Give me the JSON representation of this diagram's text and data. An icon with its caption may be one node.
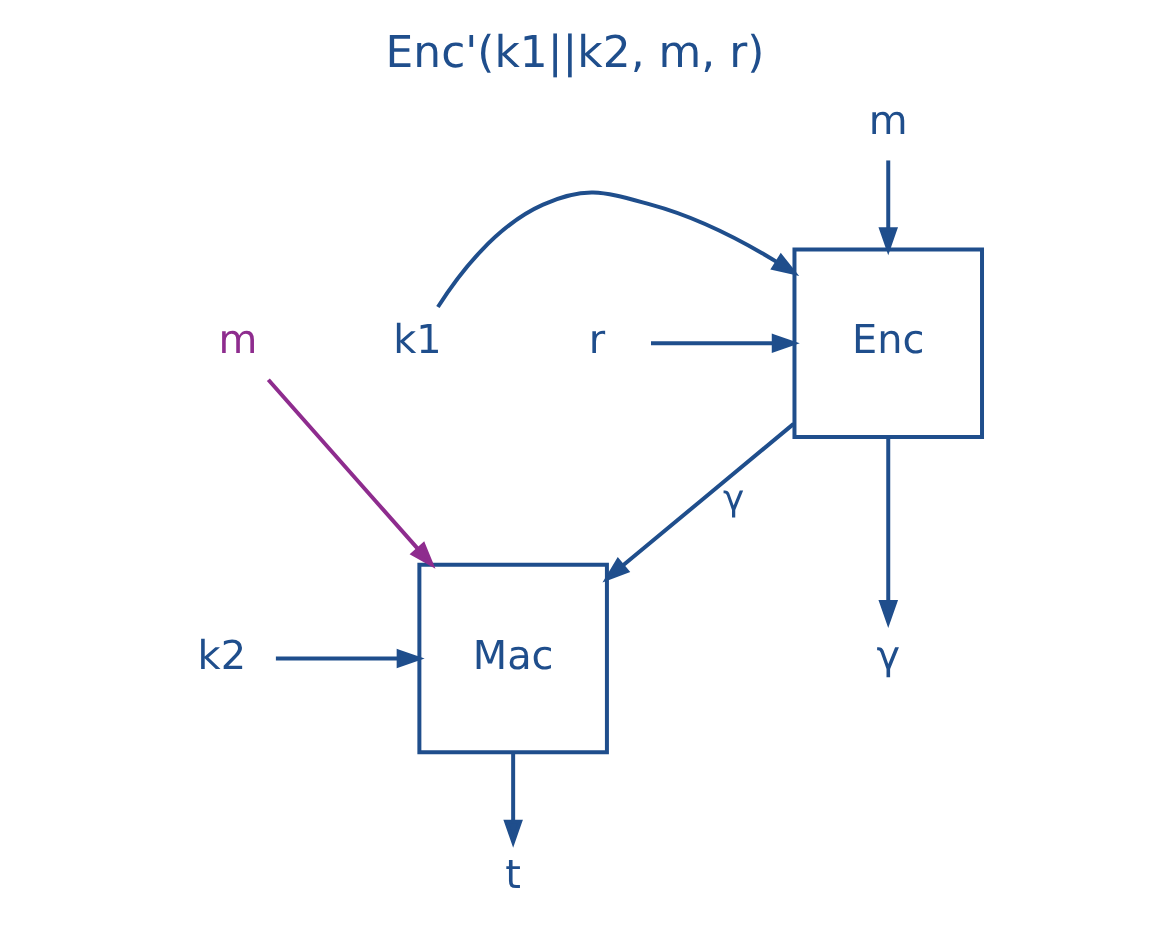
{
  "diagram": {
    "title": "Enc'(k1||k2, m, r)",
    "nodes": [
      {
        "text": [
          "m"
        ]
      },
      {
        "text": [
          "Enc"
        ]
      },
      {
        "text": [
          "k1"
        ]
      },
      {
        "text": [
          "r"
        ]
      },
      {
        "text": [
          "γ"
        ]
      },
      {
        "text": [
          "m"
        ]
      },
      {
        "text": [
          "Mac"
        ]
      },
      {
        "text": [
          "k2"
        ]
      },
      {
        "text": [
          "t"
        ]
      }
    ],
    "edges": [
      {
        "from": 0,
        "to": 1,
        "arrow": "to"
      },
      {
        "from": 2,
        "to": 1,
        "arrow": "to"
      },
      {
        "from": 3,
        "to": 1,
        "arrow": "to"
      },
      {
        "from": 1,
        "to": 4,
        "arrow": "to"
      },
      {
        "from": 1,
        "to": 6,
        "arrow": "to",
        "label": "γ"
      },
      {
        "from": 5,
        "to": 6,
        "arrow": "to",
        "color": "#8e2c8e"
      },
      {
        "from": 7,
        "to": 6,
        "arrow": "to"
      },
      {
        "from": 6,
        "to": 8,
        "arrow": "to"
      }
    ]
  }
}
